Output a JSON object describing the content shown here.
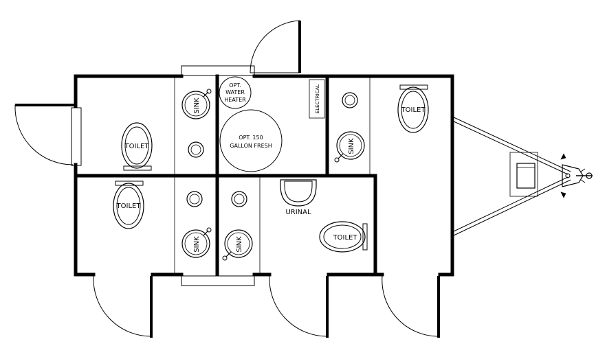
{
  "labels": {
    "toilet": "TOILET",
    "sink": "SINK",
    "urinal": "URINAL",
    "electrical": "ELECTRICAL",
    "water_heater_line1": "OPT.",
    "water_heater_line2": "WATER",
    "water_heater_line3": "HEATER",
    "fresh_tank_line1": "OPT. 150",
    "fresh_tank_line2": "GALLON FRESH"
  },
  "colors": {
    "wall": "#000000",
    "thin_line": "#000000",
    "background": "#ffffff"
  },
  "icons": [
    "door-swing-icon",
    "toilet-icon",
    "sink-icon",
    "urinal-icon",
    "tank-icon",
    "hitch-icon"
  ]
}
